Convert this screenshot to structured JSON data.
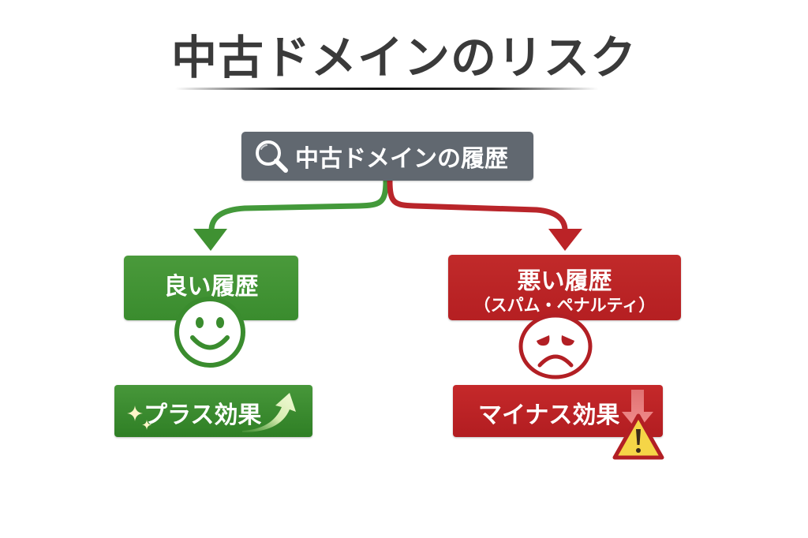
{
  "title": "中古ドメインのリスク",
  "root": {
    "label": "中古ドメインの履歴",
    "icon": "search-icon"
  },
  "branches": {
    "good": {
      "label": "良い履歴",
      "icon": "smiley-face-icon",
      "effect_label": "プラス効果",
      "effect_icons": [
        "sparkle-icon",
        "up-arrow-icon"
      ],
      "color": "#3f9132"
    },
    "bad": {
      "label": "悪い履歴",
      "sublabel": "（スパム・ペナルティ）",
      "icon": "sad-face-icon",
      "effect_label": "マイナス効果",
      "effect_icons": [
        "down-arrow-icon",
        "warning-icon"
      ],
      "color": "#bb2327"
    }
  },
  "colors": {
    "root_bg": "#616870",
    "title_text": "#3a3a3a",
    "good": "#3f9132",
    "bad": "#bb2327",
    "warning_yellow": "#f5d547"
  }
}
